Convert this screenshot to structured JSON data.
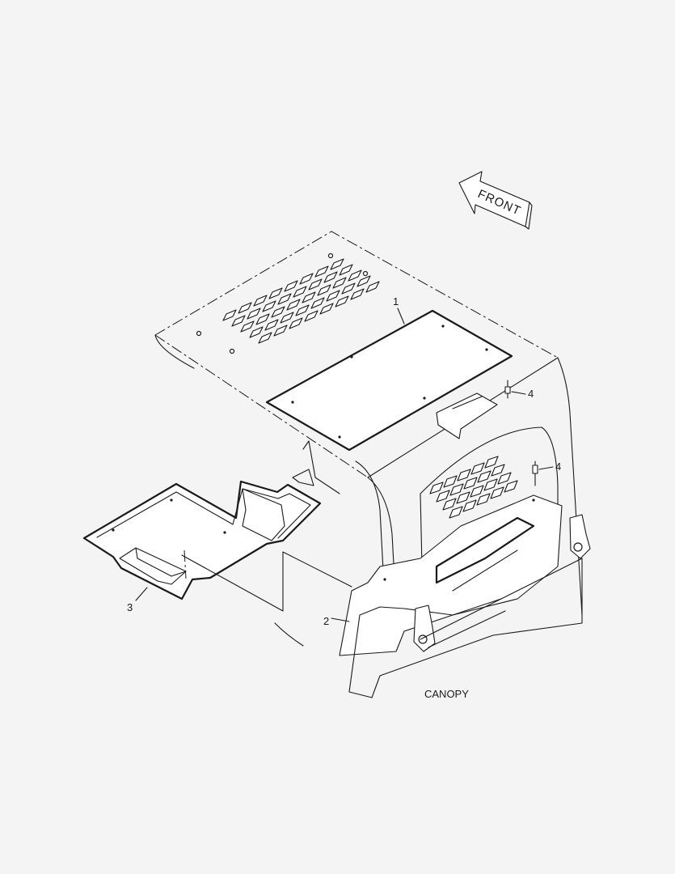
{
  "diagram": {
    "direction_label": "FRONT",
    "caption": "CANOPY",
    "callouts": [
      "1",
      "2",
      "3",
      "4",
      "4"
    ]
  }
}
